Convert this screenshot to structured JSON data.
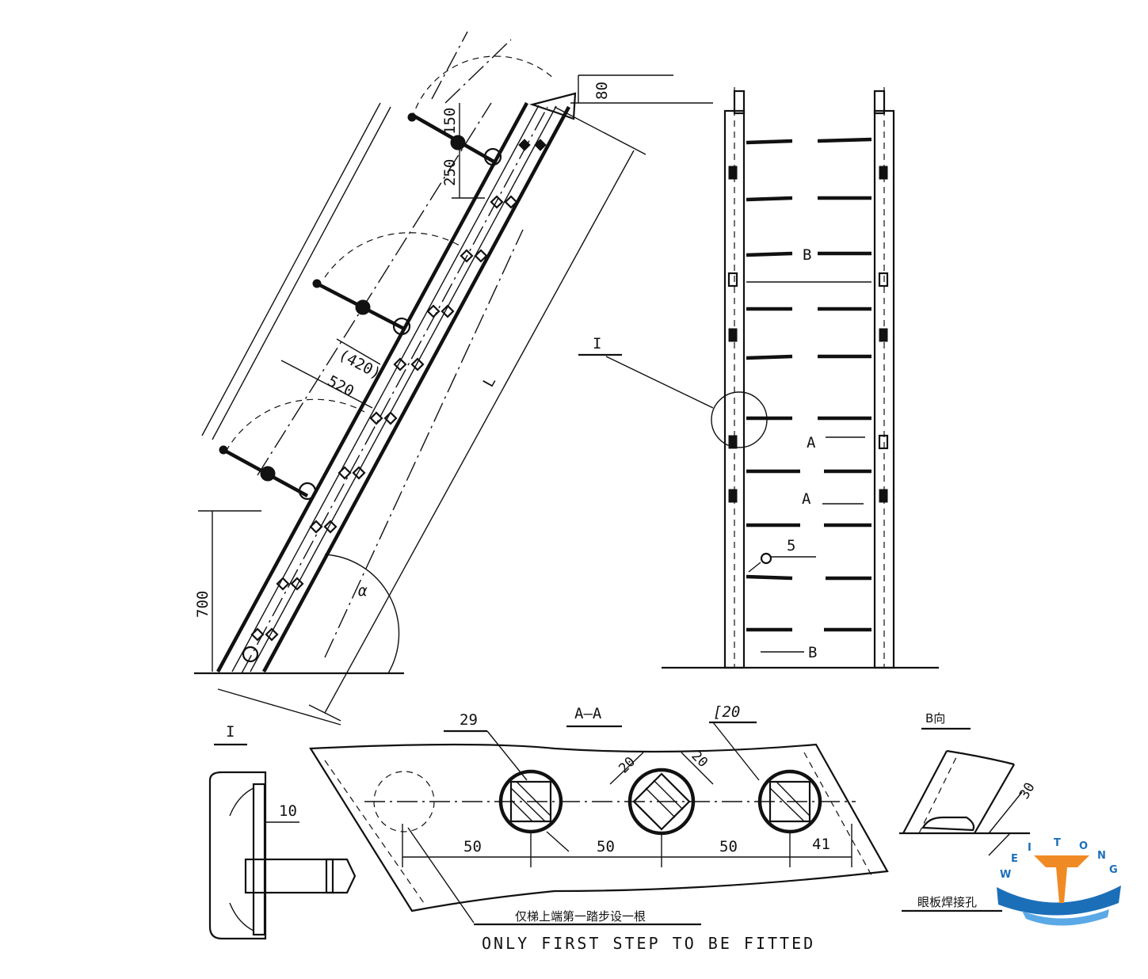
{
  "side_view": {
    "dim_80": "80",
    "dim_150": "150",
    "dim_250": "250",
    "dim_420": "(420)",
    "dim_520": "520",
    "dim_L": "L",
    "dim_700": "700",
    "angle_alpha": "α"
  },
  "front_view": {
    "detail_ref": "I",
    "section_a_top": "A",
    "section_a_bottom": "A",
    "view_b_top": "B",
    "view_b_bottom": "B",
    "item_5": "5"
  },
  "detail_I": {
    "title": "I",
    "dim_10": "10"
  },
  "section_AA": {
    "title": "A—A",
    "callout_29": "29",
    "callout_bar": "[20",
    "dim_20_left": "20",
    "dim_20_right": "20",
    "dim_50_a": "50",
    "dim_50_b": "50",
    "dim_50_c": "50",
    "dim_41": "41",
    "note_cn": "仅梯上端第一踏步设一根",
    "note_en": "ONLY  FIRST  STEP  TO  BE  FITTED"
  },
  "view_B": {
    "title": "B向",
    "dim_30": "30",
    "caption_cn": "眼板焊接孔"
  },
  "logo": {
    "letters": [
      "W",
      "E",
      "I",
      "T",
      "O",
      "N",
      "G"
    ],
    "colors": {
      "orange": "#f08a24",
      "blue": "#1b6fb8",
      "light_blue": "#5aa9e6"
    }
  }
}
